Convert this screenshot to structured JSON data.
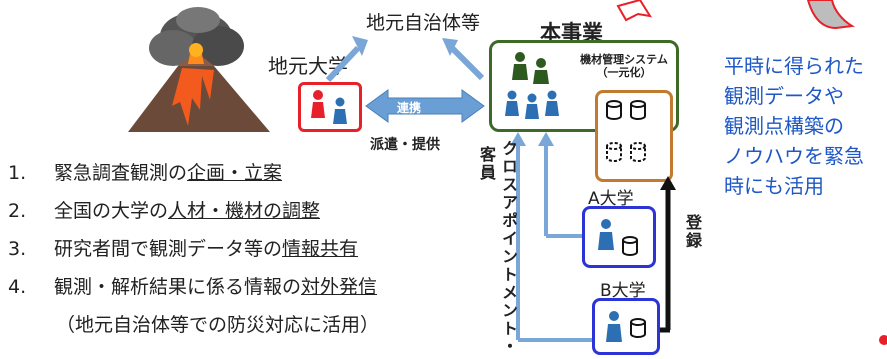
{
  "labels": {
    "local_gov": "地元自治体等",
    "local_univ": "地元大学",
    "project": "本事業",
    "system_line1": "機材管理システム",
    "system_line2": "（一元化）",
    "renkei": "連携",
    "dispatch": "派遣・提供",
    "guest": "客員",
    "cross": "クロスアポイントメント・",
    "toroku": "登録",
    "a_univ": "A大学",
    "b_univ": "B大学"
  },
  "note": {
    "line1": "平時に得られた",
    "line2": "観測データや",
    "line3": "観測点構築の",
    "line4": "ノウハウを緊急",
    "line5": "時にも活用"
  },
  "list": [
    {
      "num": "1.",
      "pre": "緊急調査観測の",
      "u": "企画・立案",
      "post": ""
    },
    {
      "num": "2.",
      "pre": "全国の大学の",
      "u": "人材・機材の調整",
      "post": ""
    },
    {
      "num": "3.",
      "pre": "研究者間で観測データ等の",
      "u": "情報共有",
      "post": ""
    },
    {
      "num": "4.",
      "pre": "観測・解析結果に係る情報の",
      "u": "対外発信",
      "post": ""
    }
  ],
  "list_sub": "（地元自治体等での防災対応に活用）",
  "colors": {
    "red_person": "#e8202a",
    "green_person": "#2f5a1f",
    "blue_person": "#2c6fb3",
    "arrow_blue": "#7aa6d8",
    "note_blue": "#1f58c6"
  }
}
